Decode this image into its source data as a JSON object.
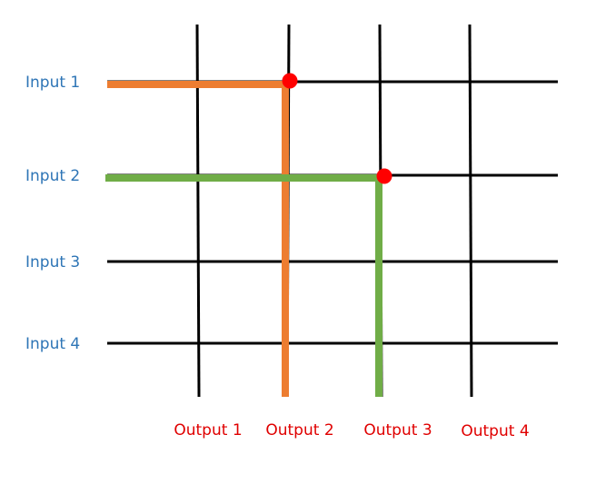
{
  "inputs": [
    {
      "label": "Input 1"
    },
    {
      "label": "Input 2"
    },
    {
      "label": "Input 3"
    },
    {
      "label": "Input 4"
    }
  ],
  "outputs": [
    {
      "label": "Output 1"
    },
    {
      "label": "Output 2"
    },
    {
      "label": "Output 3"
    },
    {
      "label": "Output 4"
    }
  ],
  "connections": [
    {
      "input": 1,
      "output": 2,
      "color": "#ED7D31"
    },
    {
      "input": 2,
      "output": 3,
      "color": "#70AD47"
    }
  ],
  "colors": {
    "grid": "#000000",
    "input_label": "#2E75B6",
    "output_label": "#E00000",
    "crosspoint": "#FF0000"
  }
}
